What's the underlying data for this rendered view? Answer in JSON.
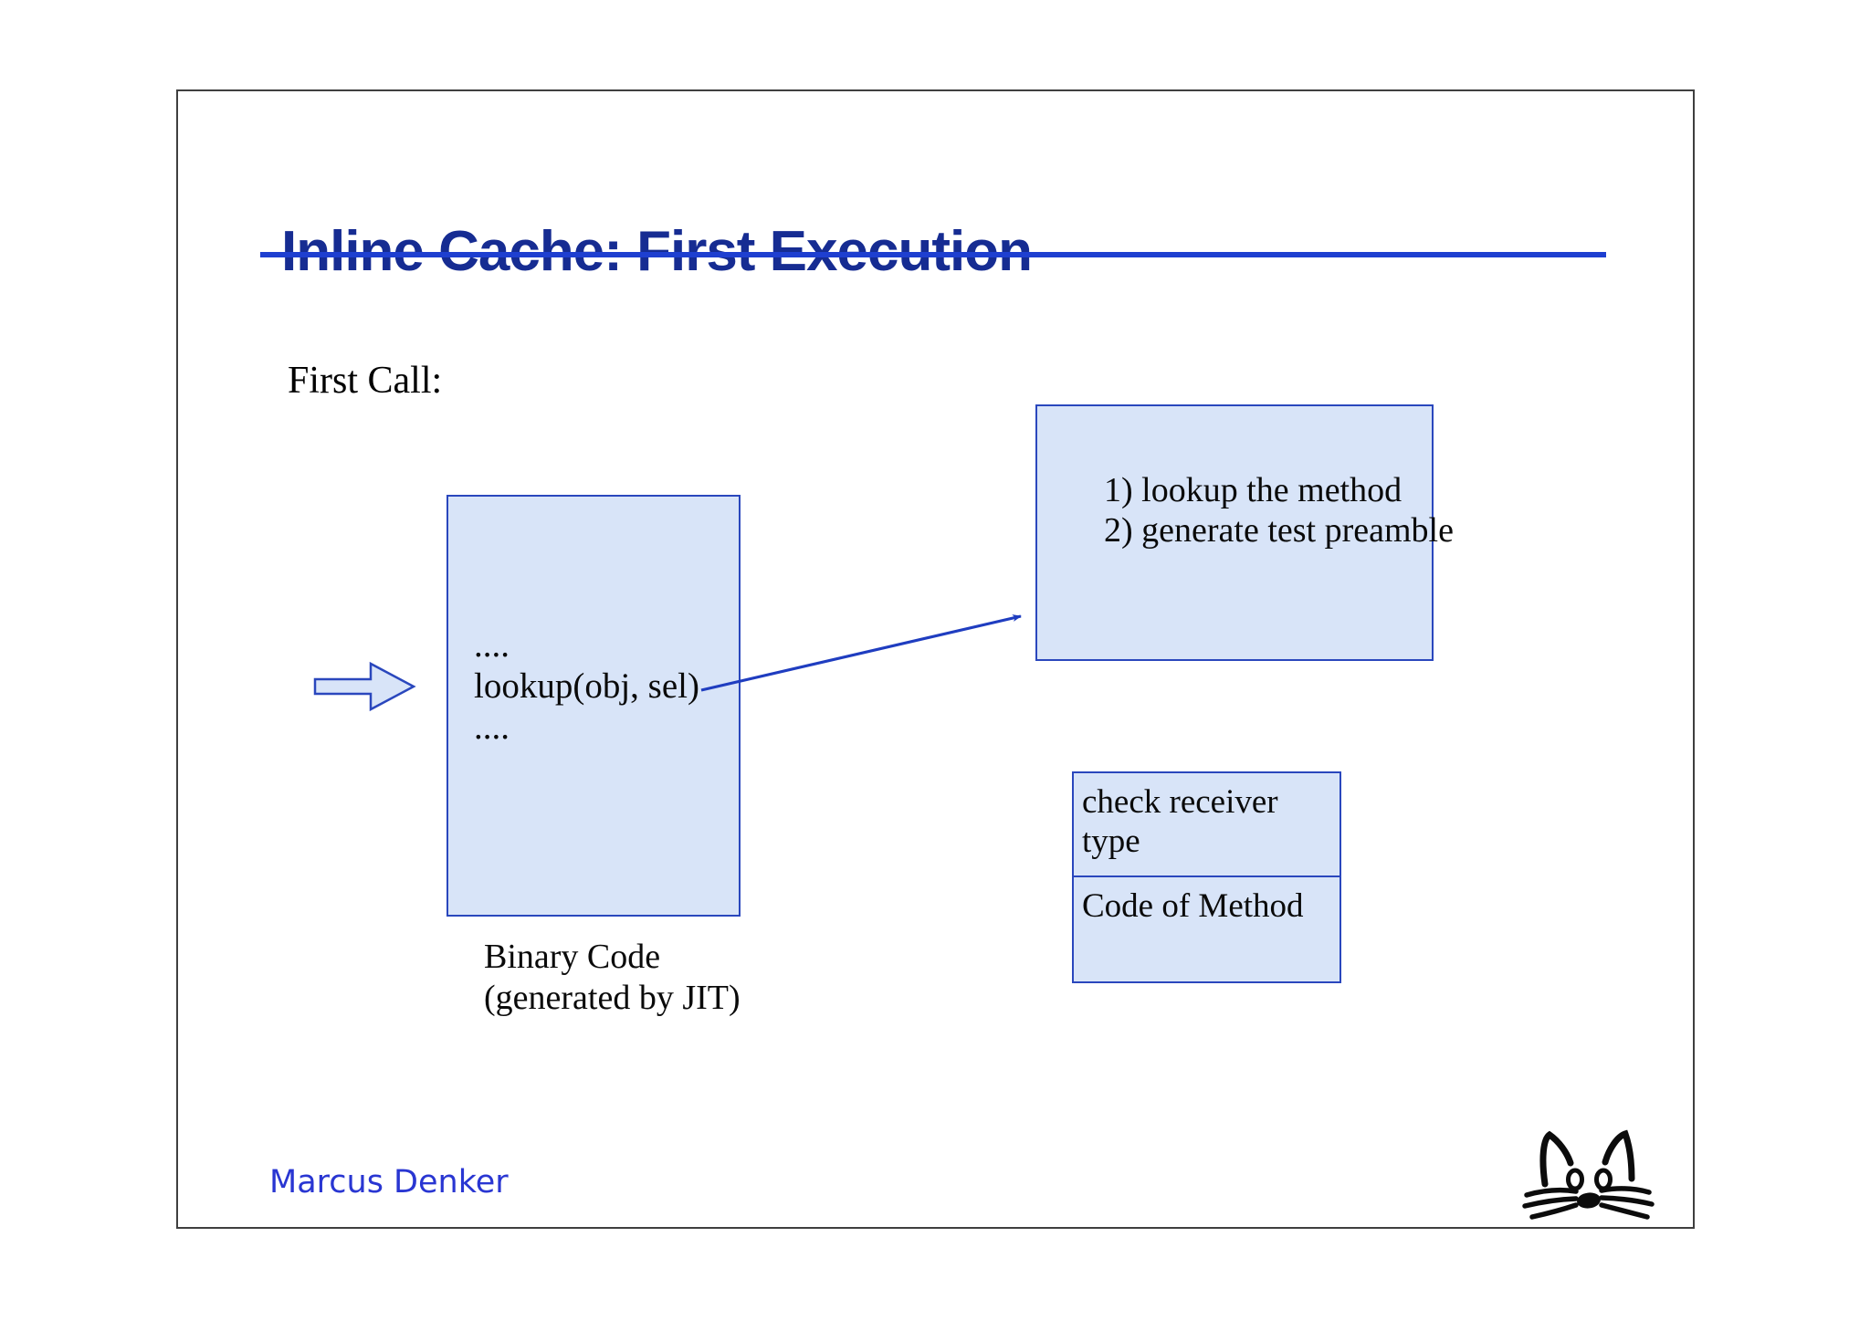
{
  "slide": {
    "title": "Inline Cache: First Execution",
    "step_label": "First Call:",
    "author": "Marcus Denker"
  },
  "diagram": {
    "binary_code_box": {
      "lines": [
        "....",
        "lookup(obj, sel)",
        "...."
      ],
      "caption_line1": "Binary Code",
      "caption_line2": "(generated by JIT)"
    },
    "jit_action_box": {
      "line1": "1) lookup the method",
      "line2": "2) generate test preamble"
    },
    "method_box": {
      "top_cell_line1": "check receiver",
      "top_cell_line2": "type",
      "bottom_cell": "Code of Method"
    },
    "icons": {
      "entry_arrow": "block-arrow-right-icon",
      "flow_arrow": "flow-arrow-icon",
      "cat": "cat-face-icon"
    },
    "colors": {
      "box_fill": "#d8e4f8",
      "box_border": "#2a47bd",
      "flow_arrow": "#1f3dc0",
      "title": "#162c92",
      "title_rule": "#1e3fd0",
      "author": "#2936d2",
      "frame_border": "#3f3f3f",
      "body_text": "#0a0a0a"
    }
  }
}
